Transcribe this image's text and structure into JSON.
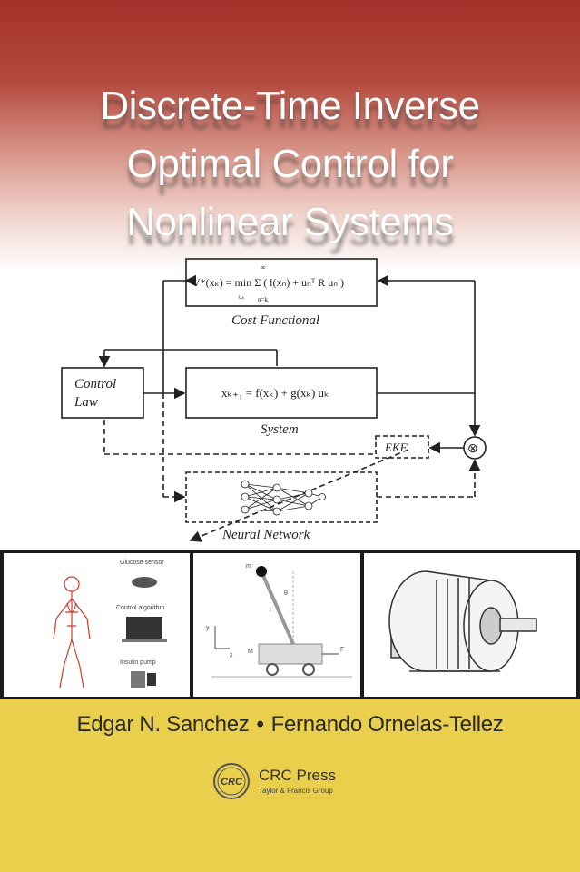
{
  "title_lines": [
    "Discrete-Time Inverse",
    "Optimal Control for",
    "Nonlinear Systems"
  ],
  "diagram": {
    "cost_equation": "V*(xₖ) = min Σ ( l(xₙ) + uₙᵀ R uₙ )",
    "cost_min_sub": "uₖ",
    "cost_sum_top": "∞",
    "cost_sum_bottom": "n=k",
    "cost_label": "Cost Functional",
    "control_label_1": "Control",
    "control_label_2": "Law",
    "system_equation": "xₖ₊₁ = f(xₖ) + g(xₖ) uₖ",
    "system_label": "System",
    "ekf_label": "EKF",
    "nn_label": "Neural Network",
    "sum_symbol": "⊗"
  },
  "photos": {
    "medical": {
      "label_sensor": "Glucose sensor",
      "label_algorithm": "Control algorithm",
      "label_pump": "Insulin pump"
    },
    "pendulum": {
      "label_m": "m",
      "label_theta": "θ",
      "label_l": "l",
      "label_M": "M",
      "label_F": "F",
      "label_y": "y",
      "label_x": "x"
    }
  },
  "authors": {
    "first": "Edgar N. Sanchez",
    "separator": "•",
    "second": "Fernando Ornelas-Tellez"
  },
  "publisher": {
    "logo_text": "CRC",
    "name": "CRC Press",
    "group": "Taylor & Francis Group"
  },
  "colors": {
    "top_red": "#a4302a",
    "band_yellow": "#e9cf4c",
    "ink": "#2a2a2a"
  }
}
